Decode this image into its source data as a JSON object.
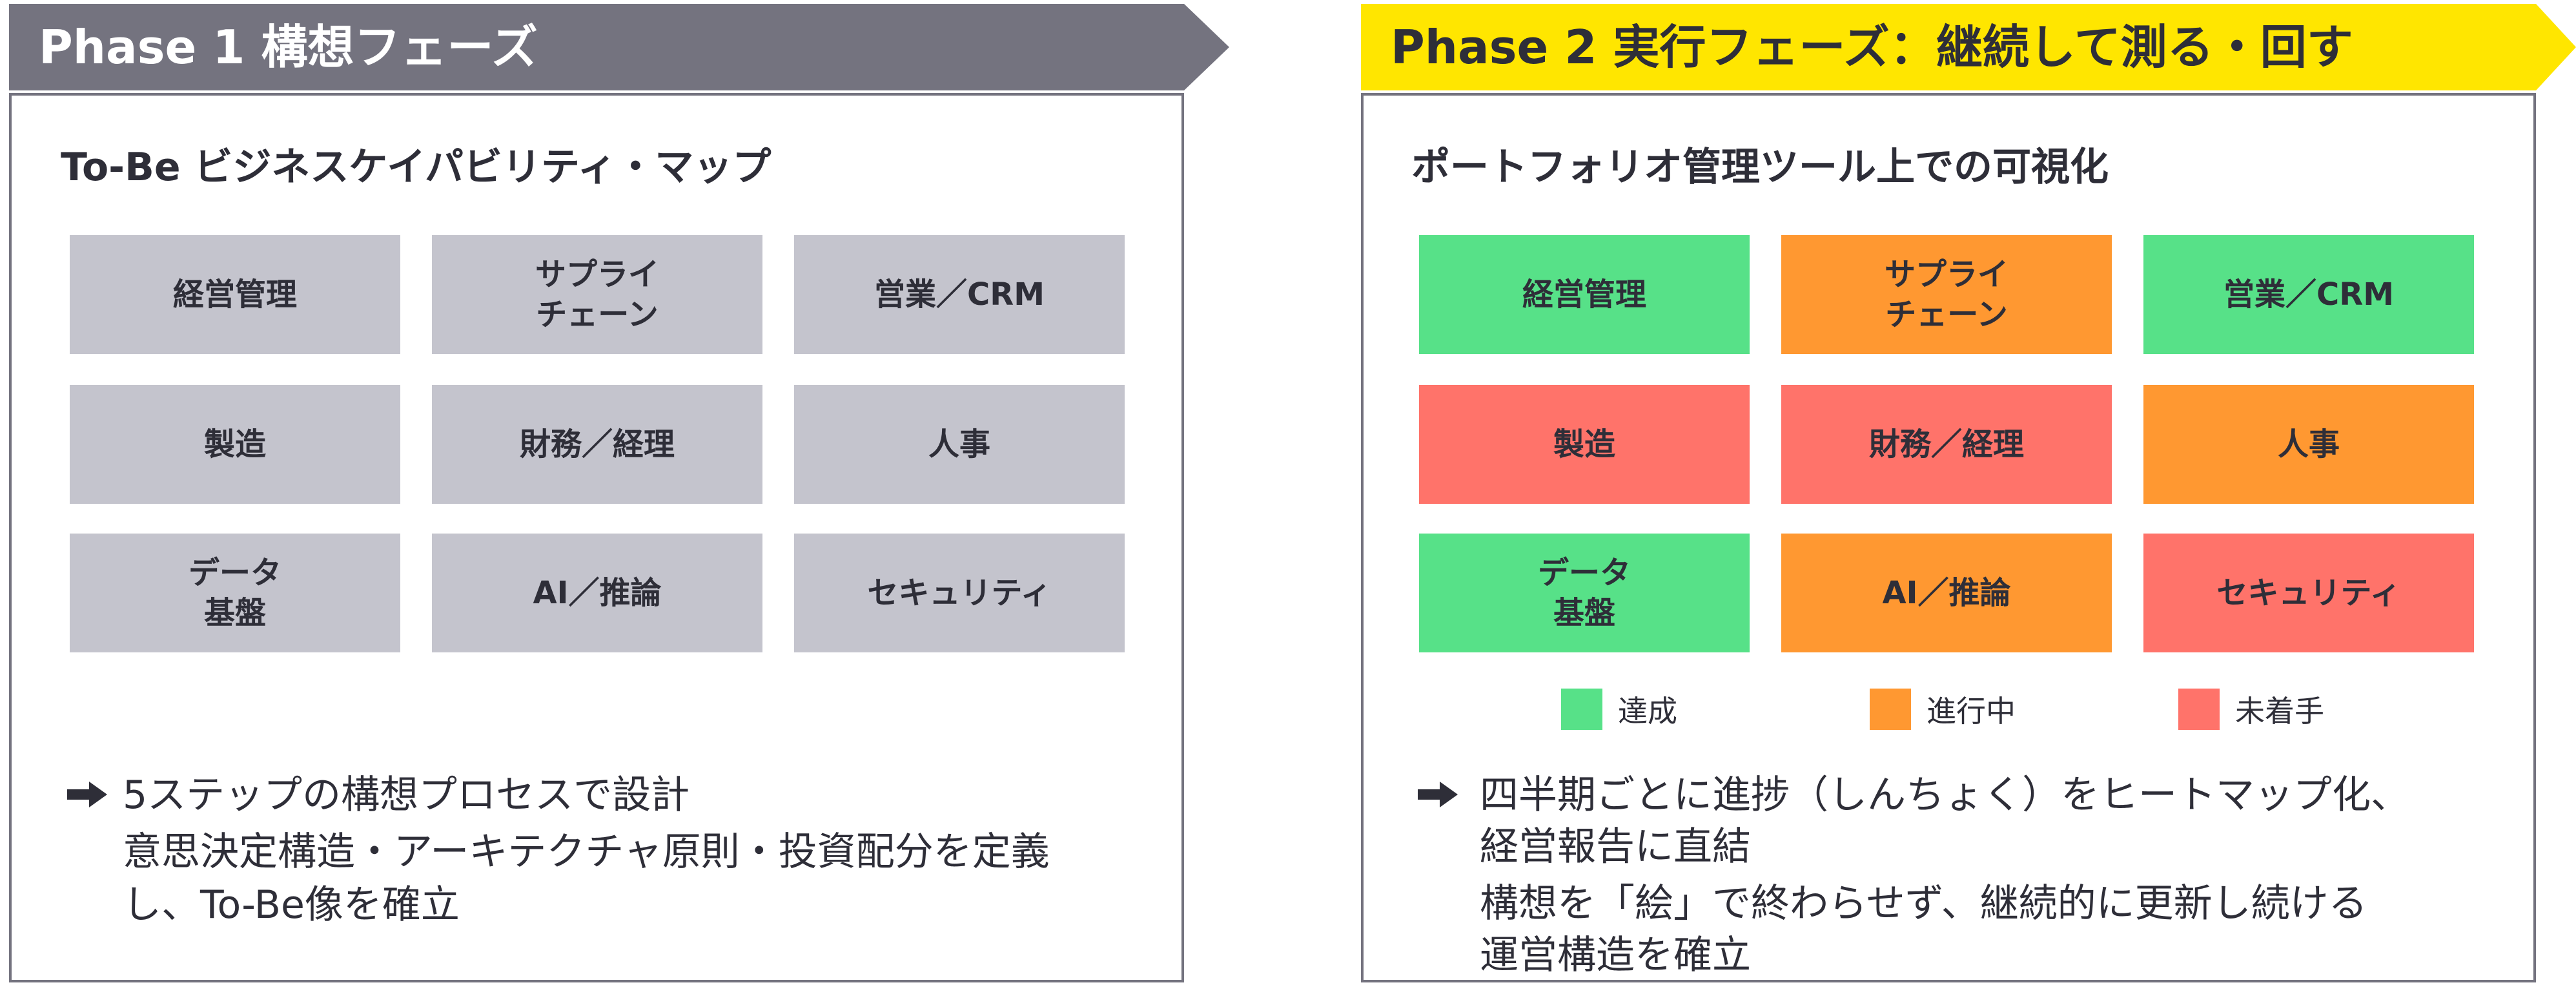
{
  "phase1": {
    "banner_title": "Phase 1 構想フェーズ",
    "section_title": "To-Be ビジネスケイパビリティ・マップ",
    "capabilities": [
      "経営管理",
      "サプライ\nチェーン",
      "営業／CRM",
      "製造",
      "財務／経理",
      "人事",
      "データ\n基盤",
      "AI／推論",
      "セキュリティ"
    ],
    "notes": [
      "5ステップの構想プロセスで設計",
      "意思決定構造・アーキテクチャ原則・投資配分を定義",
      "し、To-Be像を確立"
    ]
  },
  "phase2": {
    "banner_title": "Phase 2 実行フェーズ：継続して測る・回す",
    "section_title": "ポートフォリオ管理ツール上での可視化",
    "capabilities": [
      "経営管理",
      "サプライ\nチェーン",
      "営業／CRM",
      "製造",
      "財務／経理",
      "人事",
      "データ\n基盤",
      "AI／推論",
      "セキュリティ"
    ],
    "statuses": [
      "achieved",
      "in_progress",
      "achieved",
      "not_started",
      "not_started",
      "in_progress",
      "achieved",
      "in_progress",
      "not_started"
    ],
    "legend": [
      {
        "key": "achieved",
        "label": "達成",
        "color": "#57e188"
      },
      {
        "key": "in_progress",
        "label": "進行中",
        "color": "#ff9831"
      },
      {
        "key": "not_started",
        "label": "未着手",
        "color": "#ff736a"
      }
    ],
    "notes": [
      "四半期ごとに進捗（しんちょく）をヒートマップ化、",
      "経営報告に直結",
      "構想を「絵」で終わらせず、継続的に更新し続ける",
      "運営構造を確立"
    ]
  },
  "colors": {
    "phase1_banner": "#74737f",
    "phase2_banner": "#ffe600",
    "grid_grey": "#c4c4cd",
    "border": "#74737f",
    "text": "#2e2e38"
  },
  "icons": {
    "note_bullet": "right-arrow-icon"
  }
}
